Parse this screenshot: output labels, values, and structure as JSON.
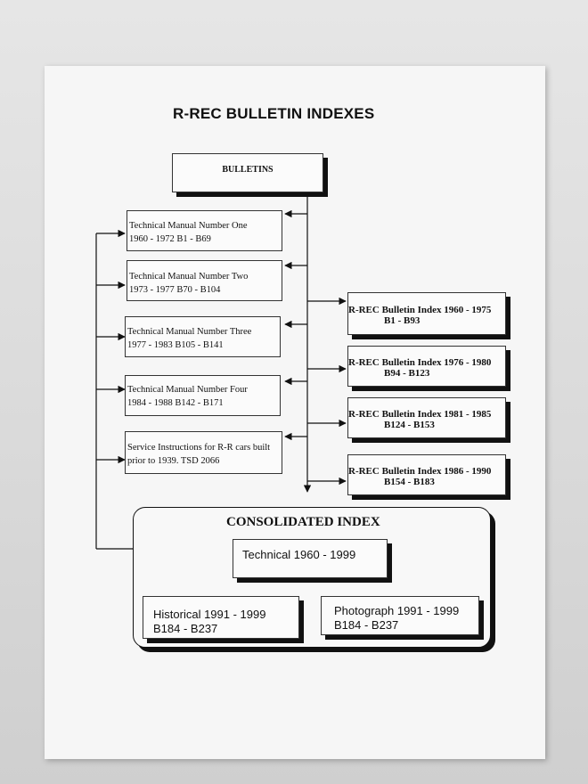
{
  "document": {
    "title": "R-REC BULLETIN INDEXES",
    "root": "BULLETINS",
    "manuals": [
      {
        "line1": "Technical Manual Number One",
        "line2": "1960 - 1972 B1 - B69"
      },
      {
        "line1": "Technical Manual Number Two",
        "line2": "1973 - 1977 B70 - B104"
      },
      {
        "line1": "Technical Manual Number Three",
        "line2": "1977 - 1983 B105 - B141"
      },
      {
        "line1": "Technical Manual Number Four",
        "line2": "1984 - 1988 B142 - B171"
      },
      {
        "line1": "Service Instructions for R-R cars built",
        "line2": "prior to 1939.  TSD 2066"
      }
    ],
    "indexes": [
      {
        "line1": "R-REC Bulletin Index 1960 - 1975",
        "line2": "B1 - B93"
      },
      {
        "line1": "R-REC Bulletin Index 1976 - 1980",
        "line2": "B94 - B123"
      },
      {
        "line1": "R-REC Bulletin Index 1981 - 1985",
        "line2": "B124 - B153"
      },
      {
        "line1": "R-REC Bulletin Index 1986 - 1990",
        "line2": "B154 - B183"
      }
    ],
    "consolidated": {
      "title": "CONSOLIDATED INDEX",
      "technical": "Technical 1960 - 1999",
      "historical": {
        "line1": "Historical 1991 - 1999",
        "line2": "B184 - B237"
      },
      "photograph": {
        "line1": "Photograph 1991 - 1999",
        "line2": "B184 - B237"
      }
    }
  }
}
